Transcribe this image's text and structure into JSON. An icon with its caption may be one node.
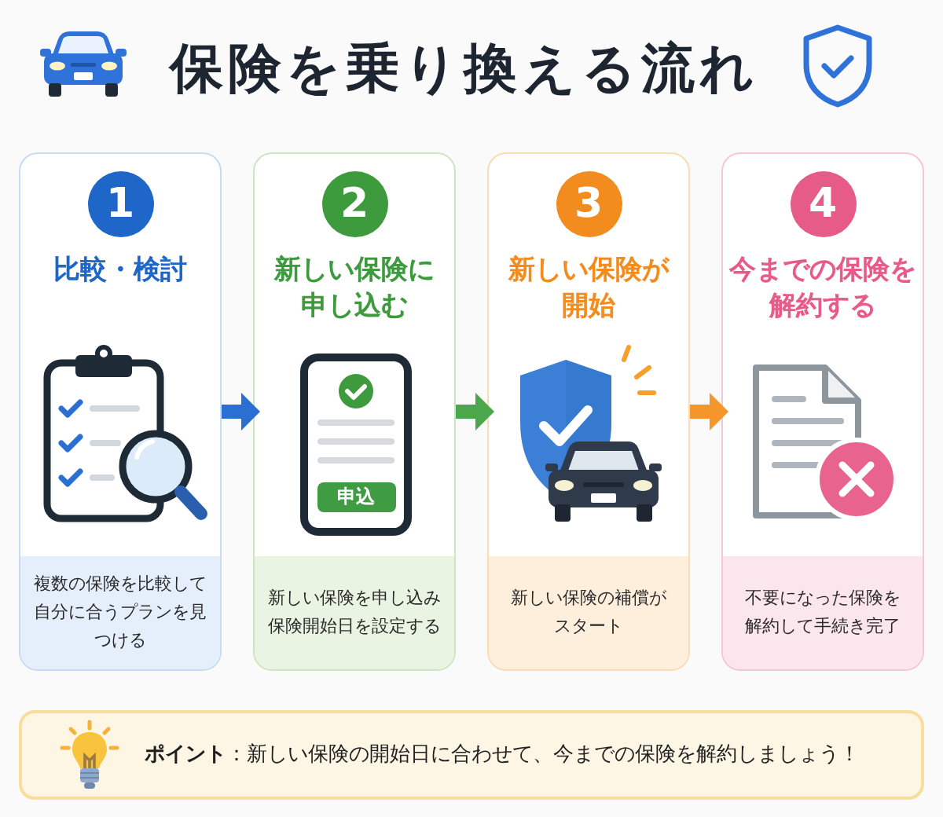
{
  "diagram": {
    "title": "保険を乗り換える流れ",
    "nodes": [
      {
        "text": [
          "1",
          "比較・検討",
          "複数の保険を比較して自分に合うプランを見つける"
        ]
      },
      {
        "text": [
          "2",
          "新しい保険に申し込む",
          "新しい保険を申し込み保険開始日を設定する"
        ]
      },
      {
        "text": [
          "申込"
        ],
        "in": 1
      },
      {
        "text": [
          "3",
          "新しい保険が開始",
          "新しい保険の補償がスタート"
        ]
      },
      {
        "text": [
          "4",
          "今までの保険を解約する",
          "不要になった保険を解約して手続き完了"
        ]
      },
      {
        "text": [
          "**ポイント**：新しい保険の開始日に合わせて、今までの保険を解約しましょう！"
        ]
      }
    ],
    "edges": [
      {
        "from": 0,
        "to": 1,
        "arrow": "to",
        "color": "#2b6fd3"
      },
      {
        "from": 1,
        "to": 3,
        "arrow": "to",
        "color": "#4ca64c"
      },
      {
        "from": 3,
        "to": 4,
        "arrow": "to",
        "color": "#f5962d"
      }
    ]
  }
}
